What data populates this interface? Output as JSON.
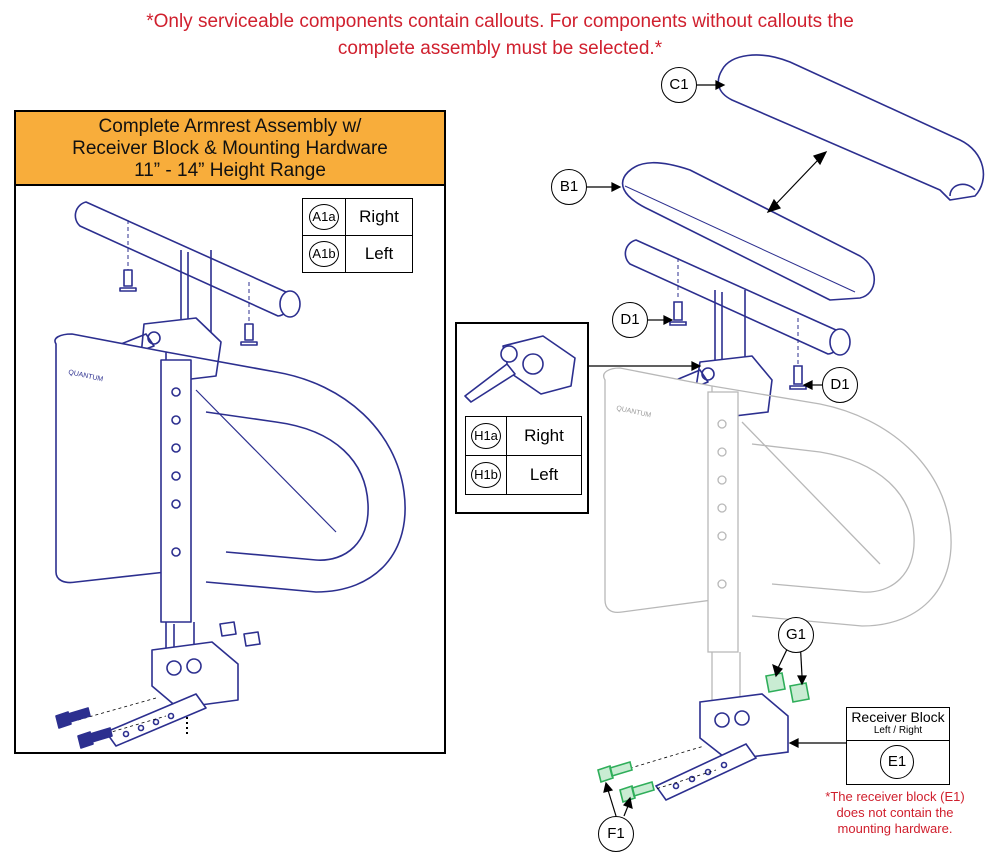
{
  "notice": {
    "line1": "*Only serviceable components contain callouts. For components without callouts the",
    "line2": "complete assembly must be selected.*"
  },
  "assembly": {
    "header_line1": "Complete Armrest Assembly w/",
    "header_line2": "Receiver Block & Mounting Hardware",
    "header_line3": "11” - 14” Height Range",
    "header_color": "#f8ad3b",
    "variants": [
      {
        "code": "A1a",
        "side": "Right"
      },
      {
        "code": "A1b",
        "side": "Left"
      }
    ]
  },
  "clamp_inset": {
    "variants": [
      {
        "code": "H1a",
        "side": "Right"
      },
      {
        "code": "H1b",
        "side": "Left"
      }
    ]
  },
  "callouts": {
    "c1": "C1",
    "b1": "B1",
    "d1_left": "D1",
    "d1_right": "D1",
    "g1": "G1",
    "f1": "F1",
    "e1": "E1"
  },
  "receiver_block": {
    "title": "Receiver Block",
    "subtitle": "Left / Right",
    "note_line1": "*The receiver block (E1)",
    "note_line2": "does not contain the",
    "note_line3": "mounting hardware."
  },
  "colors": {
    "notice_red": "#d0202e",
    "line_blue": "#2c2f8f",
    "highlight_green": "#2fae5a",
    "light_gray": "#b8b8b8"
  }
}
